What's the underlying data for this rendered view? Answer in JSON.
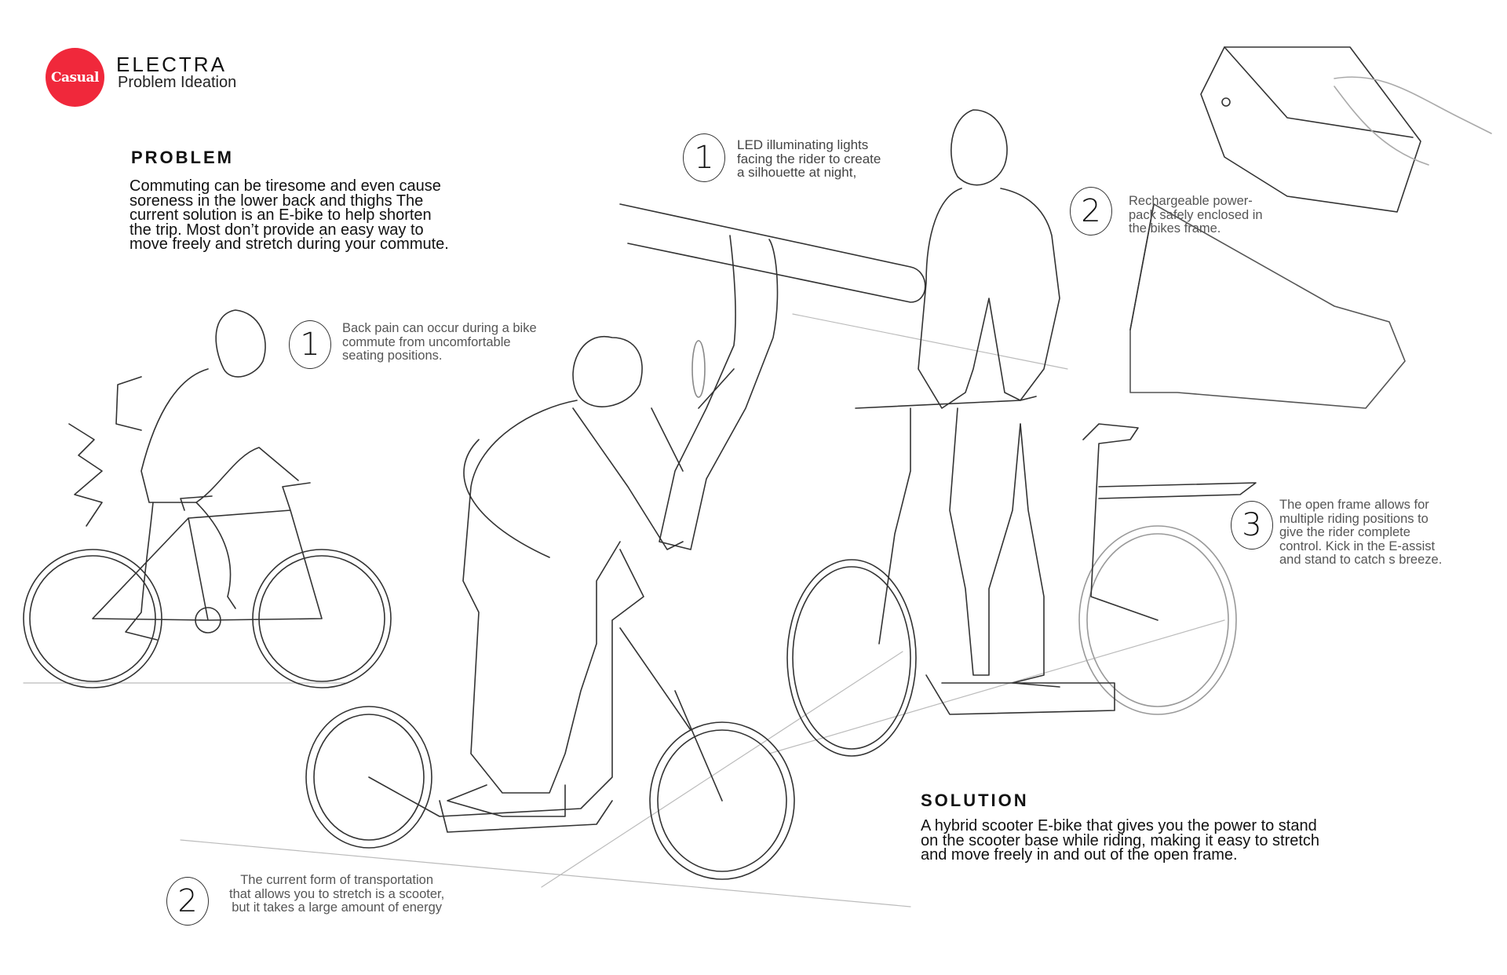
{
  "brand": {
    "logo_text": "Casual",
    "logo_color": "#f0283b",
    "project_title": "ELECTRA",
    "project_subtitle": "Problem Ideation"
  },
  "problem": {
    "heading": "PROBLEM",
    "lines": [
      "Commuting can be tiresome and even cause",
      "soreness in  the lower back and thighs The",
      "current solution is an E-bike to help shorten",
      "the trip. Most don’t provide an easy way to",
      "move freely and stretch during your commute."
    ],
    "notes": [
      {
        "number": "1",
        "lines": [
          "Back pain can occur during a bike",
          "commute from uncomfortable",
          "seating positions."
        ]
      },
      {
        "number": "2",
        "lines": [
          "The current form of transportation",
          "that allows you to stretch is a scooter,",
          "but it takes a large amount of energy"
        ]
      }
    ]
  },
  "solution": {
    "heading": "SOLUTION",
    "lines": [
      "A hybrid scooter E-bike that gives you the power to stand",
      "on the scooter base while riding, making it easy to stretch",
      "and move freely in and out of the open frame."
    ],
    "notes": [
      {
        "number": "1",
        "lines": [
          "LED illuminating lights",
          "facing the rider to create",
          "a silhouette at night,"
        ]
      },
      {
        "number": "2",
        "lines": [
          "Rechargeable power-",
          "pack safely enclosed in",
          "the bikes frame."
        ]
      },
      {
        "number": "3",
        "lines": [
          "The open frame allows for",
          "multiple riding positions to",
          "give the rider complete",
          "control. Kick in the E-assist",
          "and stand to catch s breeze."
        ]
      }
    ]
  }
}
